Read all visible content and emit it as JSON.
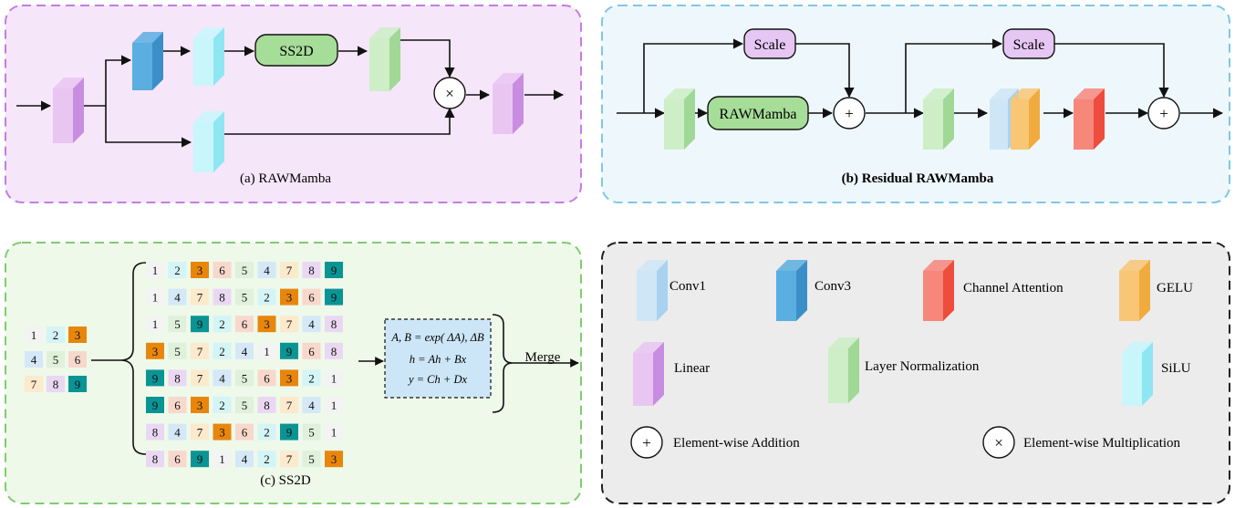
{
  "panel_a": {
    "caption": "(a) RAWMamba",
    "ss2d_label": "SS2D",
    "multiply_symbol": "×"
  },
  "panel_b": {
    "caption": "(b) Residual RAWMamba",
    "scale_label_1": "Scale",
    "scale_label_2": "Scale",
    "rawmamba_label": "RAWMamba",
    "add_symbol": "+"
  },
  "panel_c": {
    "caption": "(c) SS2D",
    "input_grid": [
      "1",
      "2",
      "3",
      "4",
      "5",
      "6",
      "7",
      "8",
      "9"
    ],
    "sequences": [
      [
        "1",
        "2",
        "3",
        "6",
        "5",
        "4",
        "7",
        "8",
        "9"
      ],
      [
        "1",
        "4",
        "7",
        "8",
        "5",
        "2",
        "3",
        "6",
        "9"
      ],
      [
        "1",
        "5",
        "9",
        "2",
        "6",
        "3",
        "7",
        "4",
        "8"
      ],
      [
        "3",
        "5",
        "7",
        "2",
        "4",
        "1",
        "9",
        "6",
        "8"
      ],
      [
        "9",
        "8",
        "7",
        "4",
        "5",
        "6",
        "3",
        "2",
        "1"
      ],
      [
        "9",
        "6",
        "3",
        "2",
        "5",
        "8",
        "7",
        "4",
        "1"
      ],
      [
        "8",
        "4",
        "7",
        "3",
        "6",
        "2",
        "9",
        "5",
        "1"
      ],
      [
        "8",
        "6",
        "9",
        "1",
        "4",
        "2",
        "7",
        "5",
        "3"
      ]
    ],
    "formula_line_1": "A, B = exp( ΔA), ΔB",
    "formula_line_2": "h = Ah + Bx",
    "formula_line_3": "y = Ch + Dx",
    "merge_label": "Merge"
  },
  "legend": {
    "conv1": "Conv1",
    "conv3": "Conv3",
    "channel_attention": "Channel Attention",
    "gelu": "GELU",
    "linear": "Linear",
    "layer_norm": "Layer Normalization",
    "silu": "SiLU",
    "add_symbol": "+",
    "add_label": "Element-wise Addition",
    "mul_symbol": "×",
    "mul_label": "Element-wise Multiplication"
  },
  "colors": {
    "panel_a_bg": "#f6e6fa",
    "panel_a_border": "#c37ee0",
    "panel_b_bg": "#eef8fc",
    "panel_b_border": "#7ec7e6",
    "panel_c_bg": "#eef9ea",
    "panel_c_border": "#7fcc6f",
    "legend_bg": "#ececec",
    "legend_border": "#222222",
    "ss2d_fill": "#a6dd98",
    "scale_fill": "#e6c6f3",
    "formula_fill": "#cde6f7",
    "num_1": "#f3f3f3",
    "num_2": "#d4f4f6",
    "num_3": "#e8860c",
    "num_4": "#d4e8f7",
    "num_5": "#dff0db",
    "num_6": "#f8d8cc",
    "num_7": "#fde9cc",
    "num_8": "#ead8f3",
    "num_9": "#0a9494"
  }
}
